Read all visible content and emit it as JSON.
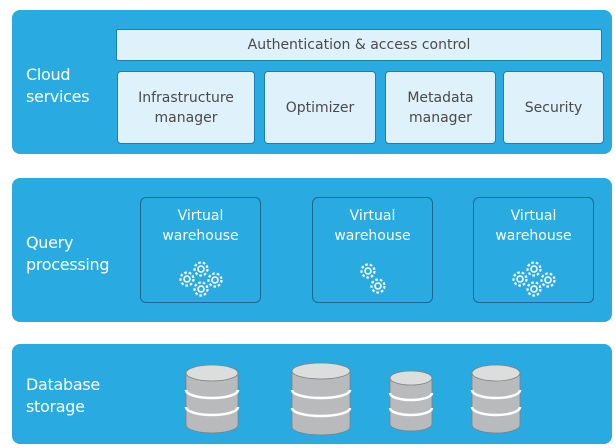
{
  "layers": {
    "cloud": {
      "label_line1": "Cloud",
      "label_line2": "services",
      "auth_bar": "Authentication & access control",
      "services": [
        {
          "line1": "Infrastructure",
          "line2": "manager"
        },
        {
          "line1": "Optimizer",
          "line2": ""
        },
        {
          "line1": "Metadata",
          "line2": "manager"
        },
        {
          "line1": "Security",
          "line2": ""
        }
      ]
    },
    "query": {
      "label_line1": "Query",
      "label_line2": "processing",
      "warehouses": [
        {
          "line1": "Virtual",
          "line2": "warehouse",
          "icon": "gears-icon"
        },
        {
          "line1": "Virtual",
          "line2": "warehouse",
          "icon": "gears-icon"
        },
        {
          "line1": "Virtual",
          "line2": "warehouse",
          "icon": "gears-icon"
        }
      ]
    },
    "storage": {
      "label_line1": "Database",
      "label_line2": "storage",
      "icon": "database-icon"
    }
  },
  "colors": {
    "layer_blue": "#29abe2",
    "service_fill": "#dff1fb",
    "border_dark": "#1b6a91",
    "cylinder_gray": "#b9babb"
  }
}
